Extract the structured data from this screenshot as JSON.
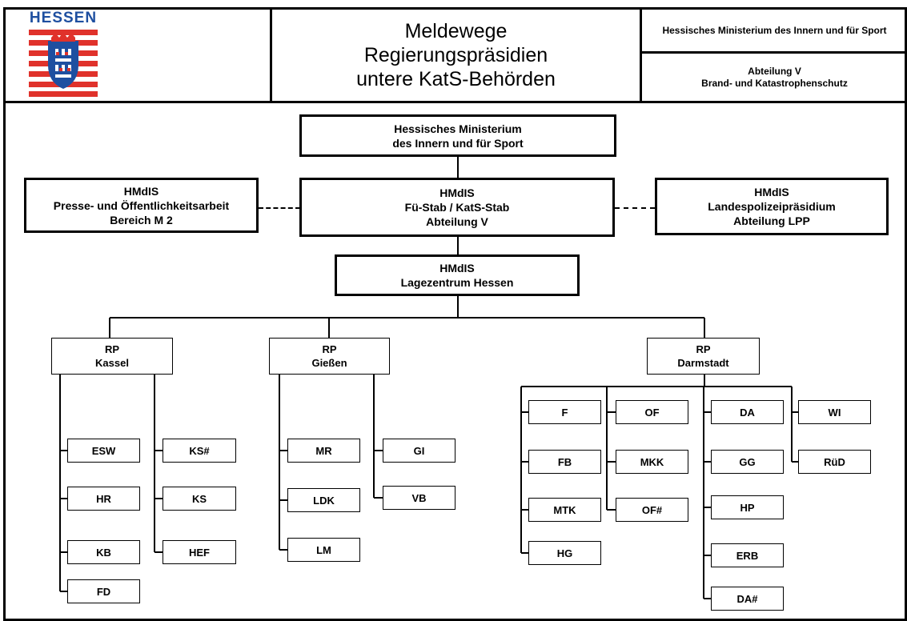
{
  "header": {
    "logo_text": "HESSEN",
    "title_lines": [
      "Meldewege",
      "Regierungspräsidien",
      "untere KatS-Behörden"
    ],
    "ministry": "Hessisches Ministerium des Innern und für Sport",
    "department_line1": "Abteilung V",
    "department_line2": "Brand- und Katastrophenschutz"
  },
  "top": {
    "ministry_line1": "Hessisches Ministerium",
    "ministry_line2": "des Innern und für Sport",
    "left_line1": "HMdIS",
    "left_line2": "Presse- und Öffentlichkeitsarbeit",
    "left_line3": "Bereich M 2",
    "center_line1": "HMdIS",
    "center_line2": "Fü-Stab / KatS-Stab",
    "center_line3": "Abteilung V",
    "right_line1": "HMdIS",
    "right_line2": "Landespolizeipräsidium",
    "right_line3": "Abteilung LPP",
    "lage_line1": "HMdIS",
    "lage_line2": "Lagezentrum Hessen"
  },
  "rp": {
    "kassel": {
      "line1": "RP",
      "line2": "Kassel",
      "col1": [
        "ESW",
        "HR",
        "KB",
        "FD"
      ],
      "col2": [
        "KS#",
        "KS",
        "HEF"
      ]
    },
    "giessen": {
      "line1": "RP",
      "line2": "Gießen",
      "col1": [
        "MR",
        "LDK",
        "LM"
      ],
      "col2": [
        "GI",
        "VB"
      ]
    },
    "darmstadt": {
      "line1": "RP",
      "line2": "Darmstadt",
      "col1": [
        "F",
        "FB",
        "MTK",
        "HG"
      ],
      "col2": [
        "OF",
        "MKK",
        "OF#"
      ],
      "col3": [
        "DA",
        "GG",
        "HP",
        "ERB",
        "DA#"
      ],
      "col4": [
        "WI",
        "RüD"
      ]
    }
  }
}
